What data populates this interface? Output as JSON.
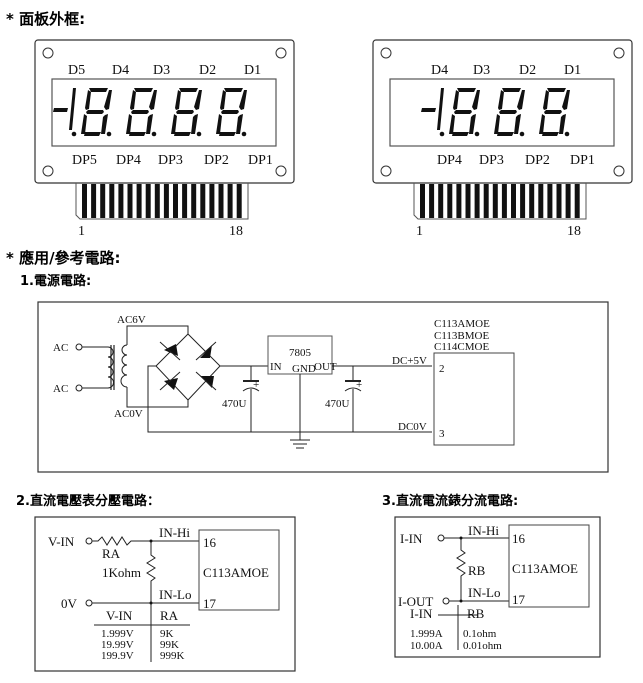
{
  "headings": {
    "panel_frame": "* 面板外框:",
    "application": "* 應用/參考電路:",
    "power_circuit": "1.電源電路:",
    "voltage_divider": "2.直流電壓表分壓電路：",
    "current_shunt": "3.直流電流錶分流電路:"
  },
  "panel5": {
    "digits_top": [
      "D5",
      "D4",
      "D3",
      "D2",
      "D1"
    ],
    "digits_bottom": [
      "DP5",
      "DP4",
      "DP3",
      "DP2",
      "DP1"
    ],
    "display": "-1.8.8.8.8.",
    "pin_first": "1",
    "pin_last": "18"
  },
  "panel4": {
    "digits_top": [
      "D4",
      "D3",
      "D2",
      "D1"
    ],
    "digits_bottom": [
      "DP4",
      "DP3",
      "DP2",
      "DP1"
    ],
    "display": "-1.8.8.8.",
    "pin_first": "1",
    "pin_last": "18"
  },
  "power": {
    "ac_in_1": "AC",
    "ac_in_2": "AC",
    "ac6v": "AC6V",
    "ac0v": "AC0V",
    "cap1": "470U",
    "cap2": "470U",
    "regulator": "7805",
    "reg_in": "IN",
    "reg_gnd": "GND",
    "reg_out": "OUT",
    "dc5v": "DC+5V",
    "dc0v": "DC0V",
    "models": [
      "C113AMOE",
      "C113BMOE",
      "C114CMOE"
    ],
    "pin_2": "2",
    "pin_3": "3"
  },
  "voltage": {
    "vin": "V-IN",
    "zero": "0V",
    "ra": "RA",
    "r1k": "1Kohm",
    "in_hi": "IN-Hi",
    "in_lo": "IN-Lo",
    "pin_16": "16",
    "pin_17": "17",
    "chip": "C113AMOE",
    "table": {
      "headers": [
        "V-IN",
        "RA"
      ],
      "rows": [
        [
          "1.999V",
          "9K"
        ],
        [
          "19.99V",
          "99K"
        ],
        [
          "199.9V",
          "999K"
        ]
      ]
    }
  },
  "current": {
    "iin": "I-IN",
    "iout": "I-OUT",
    "rb": "RB",
    "in_hi": "IN-Hi",
    "in_lo": "IN-Lo",
    "pin_16": "16",
    "pin_17": "17",
    "chip": "C113AMOE",
    "table": {
      "headers": [
        "I-IN",
        "RB"
      ],
      "rows": [
        [
          "1.999A",
          "0.1ohm"
        ],
        [
          "10.00A",
          "0.01ohm"
        ]
      ]
    }
  }
}
